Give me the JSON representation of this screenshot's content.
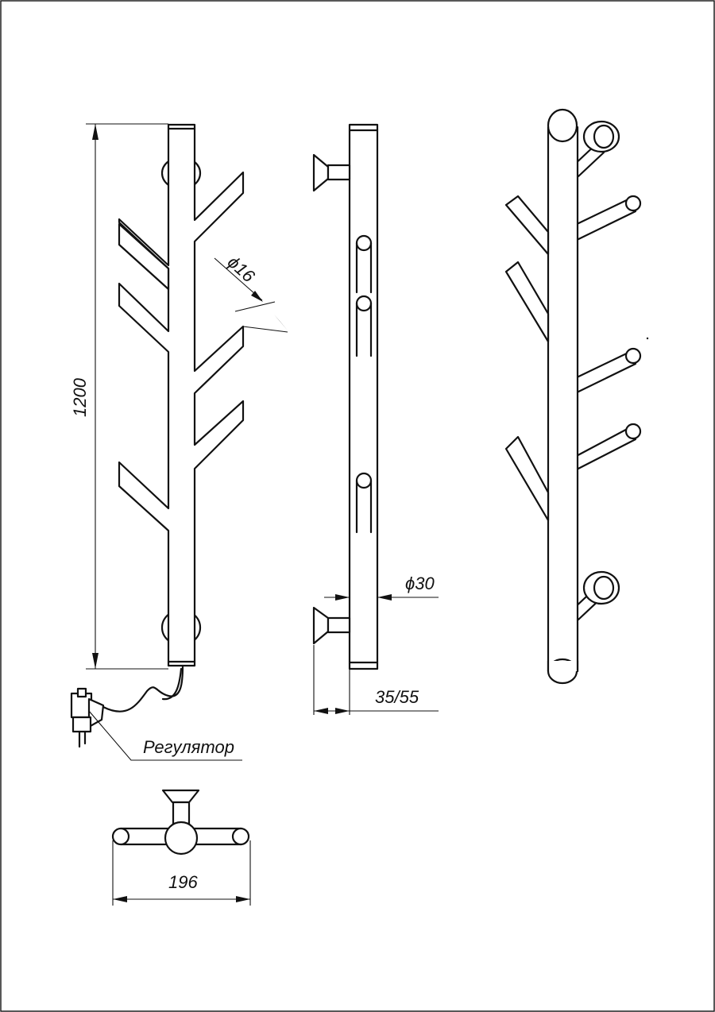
{
  "dimensions": {
    "height": "1200",
    "branch_diameter": "ϕ16",
    "pipe_diameter": "ϕ30",
    "depth": "35/55",
    "width": "196"
  },
  "labels": {
    "regulator": "Регулятор"
  }
}
